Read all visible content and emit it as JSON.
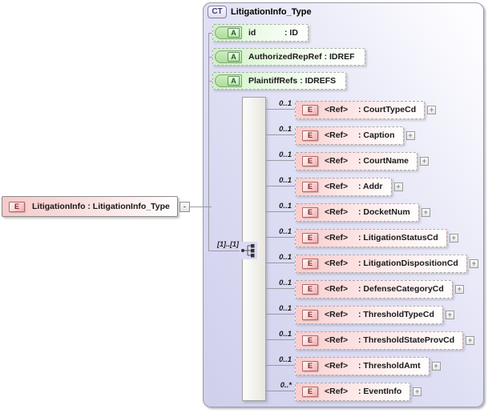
{
  "diagram": {
    "root_element": {
      "badge": "E",
      "label": "LitigationInfo : LitigationInfo_Type",
      "collapse_icon": "-"
    },
    "complex_type": {
      "badge": "CT",
      "title": "LitigationInfo_Type",
      "attributes": [
        {
          "badge": "A",
          "name": "id",
          "type_label": ": ID"
        },
        {
          "badge": "A",
          "name": "AuthorizedRepRef",
          "type_label": ": IDREF"
        },
        {
          "badge": "A",
          "name": "PlaintiffRefs",
          "type_label": ": IDREFS"
        }
      ],
      "sequence": {
        "icon": "sequence-icon",
        "cardinality": "[1]..[1]"
      },
      "elements": [
        {
          "badge": "E",
          "name": "<Ref>",
          "type_label": ": CourtTypeCd",
          "cardinality": "0..1",
          "expand_icon": "+"
        },
        {
          "badge": "E",
          "name": "<Ref>",
          "type_label": ": Caption",
          "cardinality": "0..1",
          "expand_icon": "+"
        },
        {
          "badge": "E",
          "name": "<Ref>",
          "type_label": ": CourtName",
          "cardinality": "0..1",
          "expand_icon": "+"
        },
        {
          "badge": "E",
          "name": "<Ref>",
          "type_label": ": Addr",
          "cardinality": "0..1",
          "expand_icon": "+"
        },
        {
          "badge": "E",
          "name": "<Ref>",
          "type_label": ": DocketNum",
          "cardinality": "0..1",
          "expand_icon": "+"
        },
        {
          "badge": "E",
          "name": "<Ref>",
          "type_label": ": LitigationStatusCd",
          "cardinality": "0..1",
          "expand_icon": "+"
        },
        {
          "badge": "E",
          "name": "<Ref>",
          "type_label": ": LitigationDispositionCd",
          "cardinality": "0..1",
          "expand_icon": "+"
        },
        {
          "badge": "E",
          "name": "<Ref>",
          "type_label": ": DefenseCategoryCd",
          "cardinality": "0..1",
          "expand_icon": "+"
        },
        {
          "badge": "E",
          "name": "<Ref>",
          "type_label": ": ThresholdTypeCd",
          "cardinality": "0..1",
          "expand_icon": "+"
        },
        {
          "badge": "E",
          "name": "<Ref>",
          "type_label": ": ThresholdStateProvCd",
          "cardinality": "0..1",
          "expand_icon": "+"
        },
        {
          "badge": "E",
          "name": "<Ref>",
          "type_label": ": ThresholdAmt",
          "cardinality": "0..1",
          "expand_icon": "+"
        },
        {
          "badge": "E",
          "name": "<Ref>",
          "type_label": ": EventInfo",
          "cardinality": "0..*",
          "expand_icon": "+"
        }
      ]
    },
    "colors": {
      "element_fill": "#f8cccc",
      "element_badge_text": "#7c2525",
      "attribute_fill": "#cdf0c3",
      "attribute_badge_text": "#1e5c1e",
      "container_fill": "#d6d6f0",
      "ct_badge_text": "#3c3c7c",
      "connector": "#9a9aa5"
    }
  }
}
